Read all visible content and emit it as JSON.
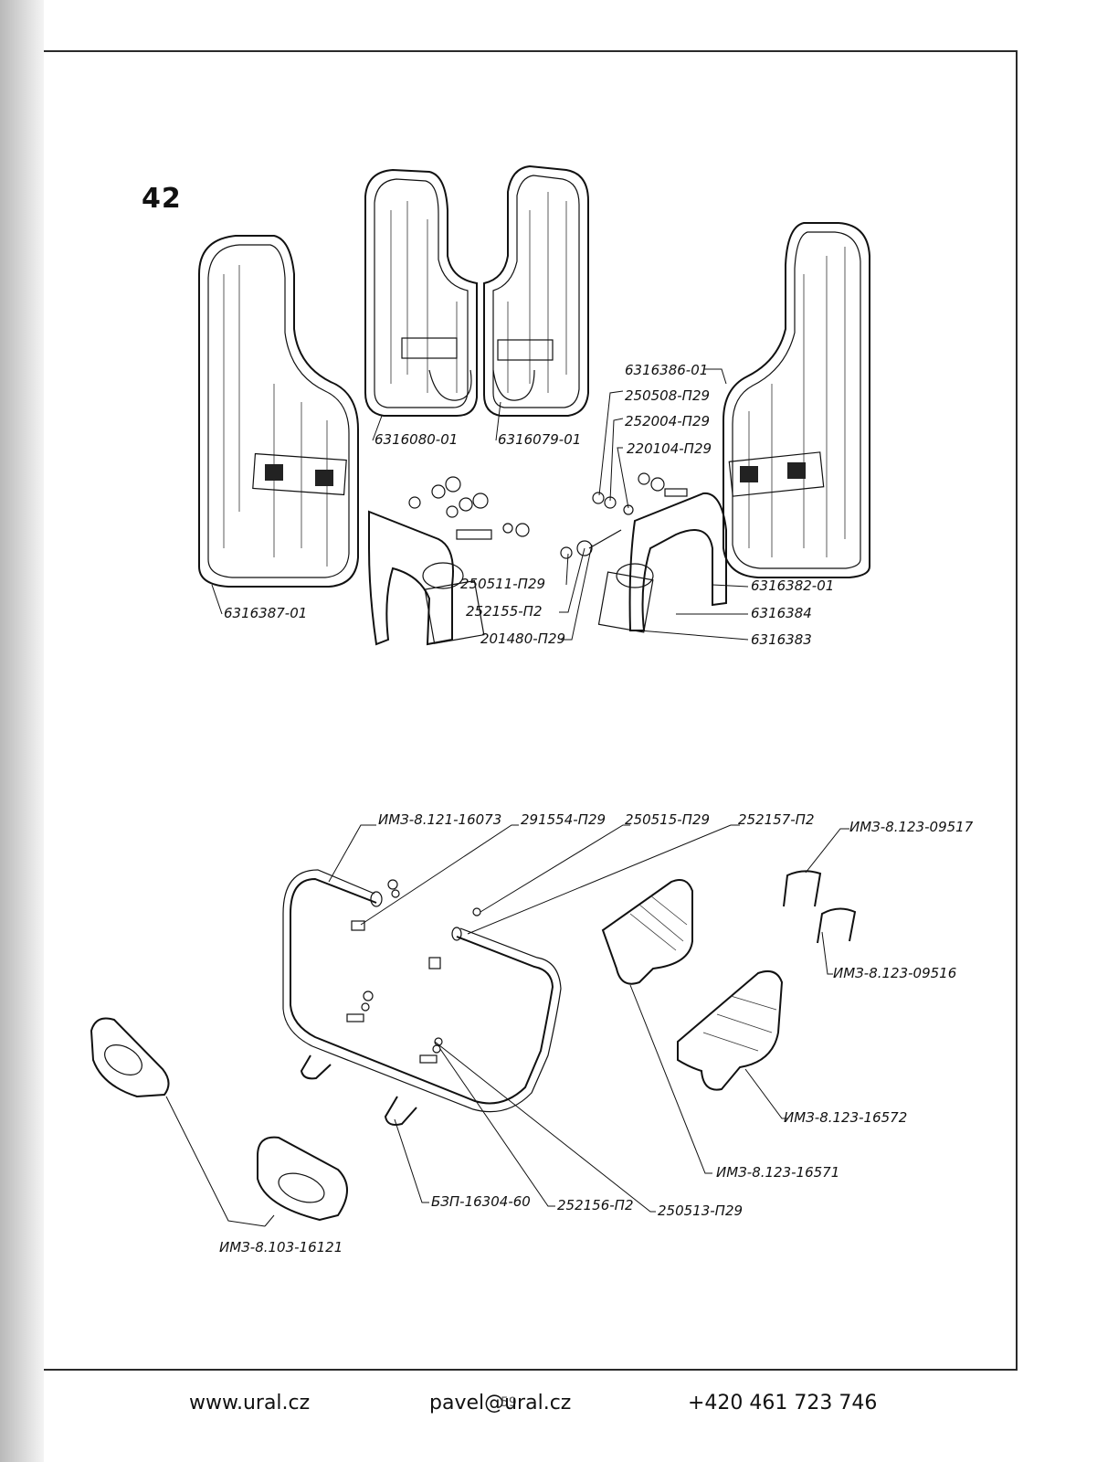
{
  "page": {
    "figure_number": "42",
    "folio": "59"
  },
  "labels_top": {
    "shield_left": "6316387-01",
    "shield_center_left": "6316080-01",
    "shield_center_right": "6316079-01",
    "shield_right": "6316386-01",
    "washer_a": "250508-П29",
    "bolt_a": "252004-П29",
    "nut_a": "220104-П29",
    "washer_b": "250511-П29",
    "washer_c": "252155-П2",
    "bolt_b": "201480-П29",
    "bracket_a": "6316382-01",
    "bracket_b": "6316384",
    "bracket_c": "6316383"
  },
  "labels_bottom": {
    "frame": "ИМЗ-8.121-16073",
    "pin": "291554-П29",
    "washer_d": "250515-П29",
    "washer_e": "252157-П2",
    "clip_a": "ИМЗ-8.123-09517",
    "clip_b": "ИМЗ-8.123-09516",
    "pad_a": "ИМЗ-8.123-16572",
    "pad_b": "ИМЗ-8.123-16571",
    "footrest": "ИМЗ-8.103-16121",
    "u_bolt": "БЗП-16304-60",
    "washer_f": "252156-П2",
    "washer_g": "250513-П29"
  },
  "footer": {
    "website": "www.ural.cz",
    "email": "pavel@ural.cz",
    "phone": "+420 461 723 746"
  }
}
